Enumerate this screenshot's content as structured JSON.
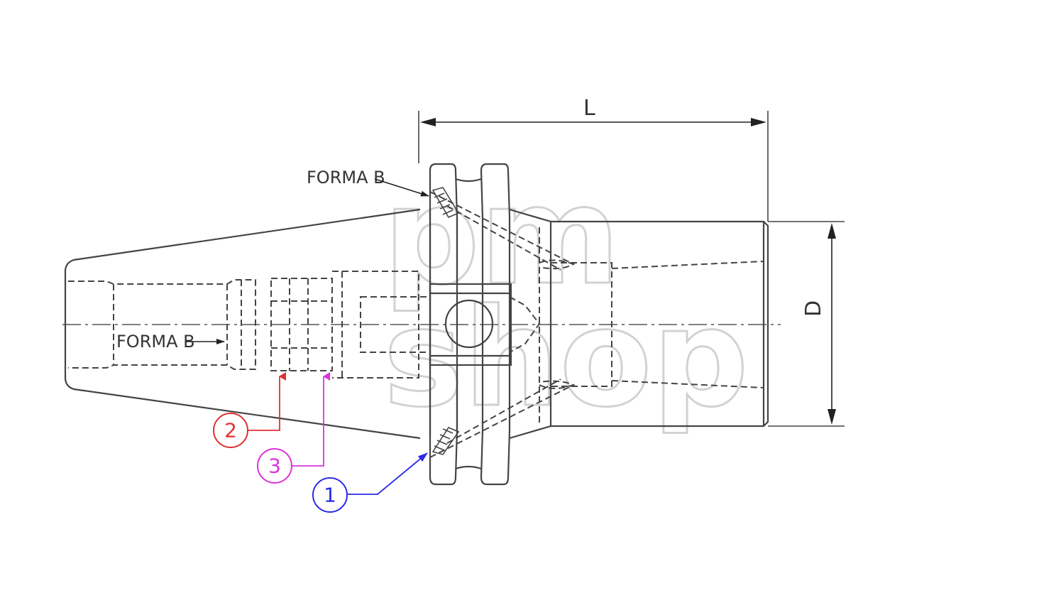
{
  "labels": {
    "forma_b_top": "FORMA B",
    "forma_b_bore": "FORMA B",
    "dimension_length": "L",
    "dimension_diameter": "D"
  },
  "watermark": {
    "line1": "pm",
    "line2": "shop"
  },
  "callouts": [
    {
      "number": "1",
      "color": "#2a2ae6"
    },
    {
      "number": "2",
      "color": "#e03030"
    },
    {
      "number": "3",
      "color": "#dd33dd"
    }
  ]
}
